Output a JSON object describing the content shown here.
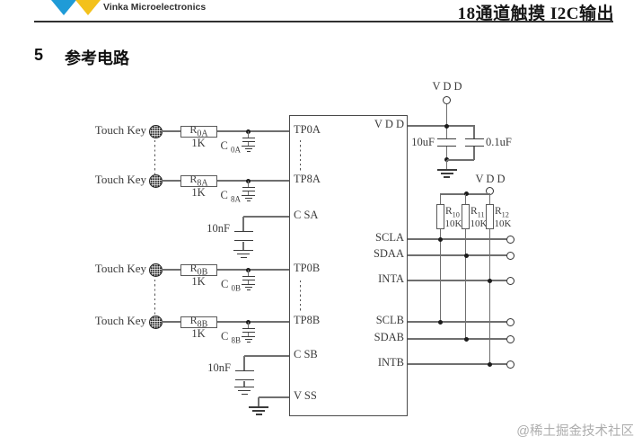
{
  "header": {
    "brand": "Vinka Microelectronics",
    "product_title": "18通道触摸 I2C输出"
  },
  "section": {
    "number": "5",
    "title": "参考电路"
  },
  "watermark": "@稀土掘金技术社区",
  "colors": {
    "logo_blue": "#1f9bd7",
    "logo_yellow": "#f3c11b"
  },
  "schematic": {
    "rows": [
      {
        "key_label": "Touch Key",
        "r_name": "R",
        "r_sub": "0A",
        "r_value": "1K",
        "c_name": "C",
        "c_sub": "0A",
        "pin": "TP0A"
      },
      {
        "key_label": "Touch Key",
        "r_name": "R",
        "r_sub": "8A",
        "r_value": "1K",
        "c_name": "C",
        "c_sub": "8A",
        "pin": "TP8A"
      },
      {
        "key_label": "Touch Key",
        "r_name": "R",
        "r_sub": "0B",
        "r_value": "1K",
        "c_name": "C",
        "c_sub": "0B",
        "pin": "TP0B"
      },
      {
        "key_label": "Touch Key",
        "r_name": "R",
        "r_sub": "8B",
        "r_value": "1K",
        "c_name": "C",
        "c_sub": "8B",
        "pin": "TP8B"
      }
    ],
    "sense_caps": [
      {
        "value": "10nF"
      },
      {
        "value": "10nF"
      }
    ],
    "chip": {
      "left_pins": [
        "TP0A",
        "TP8A",
        "C SA",
        "TP0B",
        "TP8B",
        "C SB",
        "V SS"
      ],
      "right_pins": [
        "V D D",
        "SCLA",
        "SDAA",
        "INTA",
        "SCLB",
        "SDAB",
        "INTB"
      ]
    },
    "power": {
      "vdd": "V D D",
      "bulk_cap": "10uF",
      "bypass_cap": "0.1uF"
    },
    "pullups": {
      "vdd": "V D D",
      "resistors": [
        {
          "name": "R",
          "sub": "10",
          "value": "10K"
        },
        {
          "name": "R",
          "sub": "11",
          "value": "10K"
        },
        {
          "name": "R",
          "sub": "12",
          "value": "10K"
        }
      ]
    }
  }
}
